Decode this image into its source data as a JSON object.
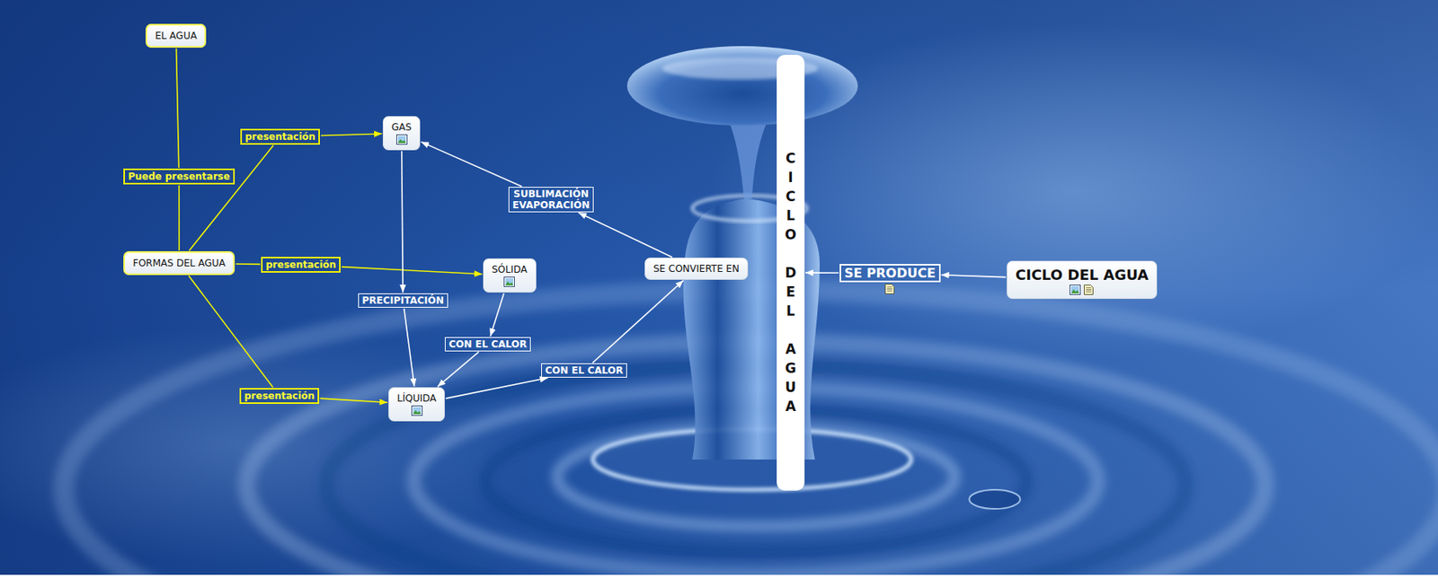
{
  "diagram": {
    "nodes": [
      {
        "text": [
          "EL AGUA"
        ]
      },
      {
        "text": [
          "presentación"
        ]
      },
      {
        "text": [
          "GAS"
        ]
      },
      {
        "text": [
          "Puede presentarse"
        ]
      },
      {
        "text": [
          "SUBLIMACIÓN EVAPORACIÓN"
        ]
      },
      {
        "text": [
          "FORMAS DEL AGUA"
        ]
      },
      {
        "text": [
          "presentación"
        ]
      },
      {
        "text": [
          "SÓLIDA"
        ]
      },
      {
        "text": [
          "SE CONVIERTE EN"
        ]
      },
      {
        "text": [
          "SE PRODUCE"
        ]
      },
      {
        "text": [
          "CICLO DEL AGUA"
        ]
      },
      {
        "text": [
          "PRECIPITACIÓN"
        ]
      },
      {
        "text": [
          "CON EL CALOR"
        ]
      },
      {
        "text": [
          "CON EL CALOR"
        ]
      },
      {
        "text": [
          "presentación"
        ]
      },
      {
        "text": [
          "LÍQUIDA"
        ]
      },
      {
        "text": [
          "CICLO DEL AGUA"
        ]
      }
    ],
    "edges": [
      {
        "from": 0,
        "to": 3,
        "arrow": "none"
      },
      {
        "from": 3,
        "to": 5,
        "arrow": "none"
      },
      {
        "from": 5,
        "to": 1,
        "arrow": "none"
      },
      {
        "from": 1,
        "to": 2,
        "arrow": "to"
      },
      {
        "from": 5,
        "to": 6,
        "arrow": "none"
      },
      {
        "from": 6,
        "to": 7,
        "arrow": "to"
      },
      {
        "from": 5,
        "to": 14,
        "arrow": "none"
      },
      {
        "from": 14,
        "to": 15,
        "arrow": "to"
      },
      {
        "from": 2,
        "to": 11,
        "arrow": "to"
      },
      {
        "from": 11,
        "to": 15,
        "arrow": "to"
      },
      {
        "from": 7,
        "to": 12,
        "arrow": "to"
      },
      {
        "from": 12,
        "to": 15,
        "arrow": "to"
      },
      {
        "from": 15,
        "to": 13,
        "arrow": "to"
      },
      {
        "from": 13,
        "to": 8,
        "arrow": "to"
      },
      {
        "from": 8,
        "to": 4,
        "arrow": "to"
      },
      {
        "from": 4,
        "to": 2,
        "arrow": "to"
      },
      {
        "from": 10,
        "to": 9,
        "arrow": "to"
      },
      {
        "from": 9,
        "to": 16,
        "arrow": "to"
      }
    ]
  }
}
